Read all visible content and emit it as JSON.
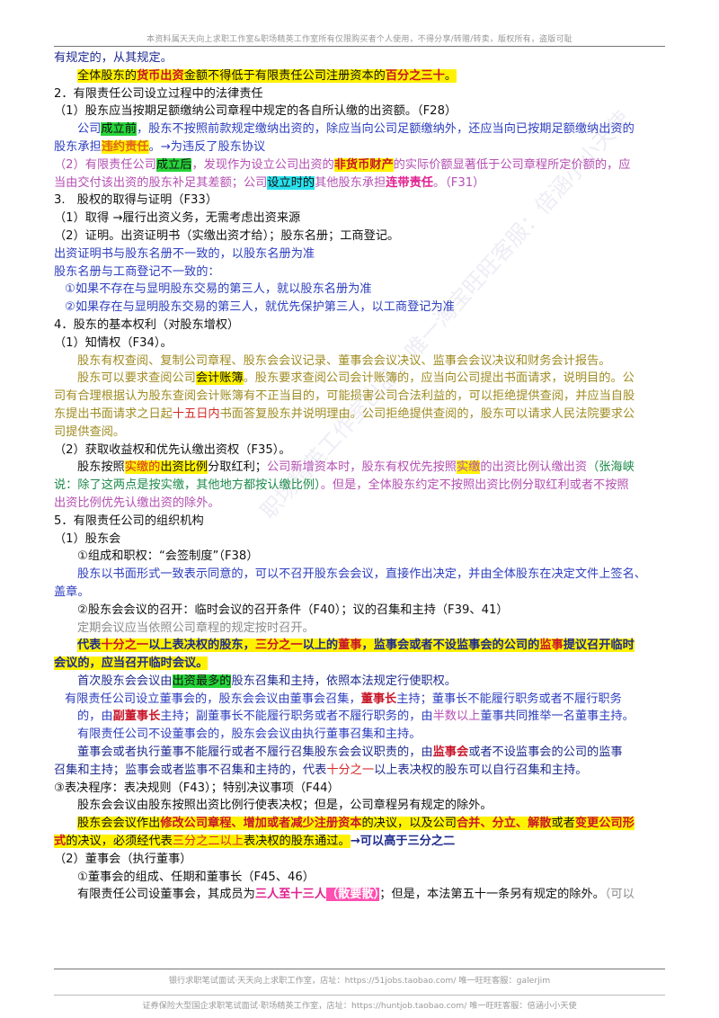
{
  "header": {
    "notice": "本资料属天天向上求职工作室&职场精英工作室所有仅限购买者个人使用，不得分享/转赠/转卖，版权所有，盗版可耻"
  },
  "watermark": {
    "text": "职场精英工作室出品，唯一淘宝旺旺客服：倍涵小小天使"
  },
  "lines": [
    {
      "cls": "line",
      "segs": [
        {
          "t": "有规定的，从其规定。",
          "c": "navy"
        }
      ]
    },
    {
      "cls": "line ind1",
      "segs": [
        {
          "t": "全体股东的",
          "c": "hl-y"
        },
        {
          "t": "货币出资",
          "c": "hl-y red-b"
        },
        {
          "t": "金额不得低于有限责任公司注册资本的",
          "c": "hl-y"
        },
        {
          "t": "百分之三十",
          "c": "hl-y red-b"
        },
        {
          "t": "。",
          "c": "hl-y"
        }
      ]
    },
    {
      "cls": "line",
      "segs": [
        {
          "t": "2．有限责任公司设立过程中的法律责任"
        }
      ]
    },
    {
      "cls": "line",
      "segs": [
        {
          "t": "（1）股东应当按期足额缴纳公司章程中规定的各自所认缴的出资额。（F28）"
        }
      ]
    },
    {
      "cls": "line ind1",
      "segs": [
        {
          "t": "公司",
          "c": "blue"
        },
        {
          "t": "成立前",
          "c": "hl-g"
        },
        {
          "t": "，股东不按照前款规定缴纳出资的，除应当向公司足额缴纳外，还应当向已按期足额缴纳出资的",
          "c": "blue"
        }
      ]
    },
    {
      "cls": "line",
      "segs": [
        {
          "t": "股东承担",
          "c": "blue"
        },
        {
          "t": "违约责任",
          "c": "hl-y orange-b"
        },
        {
          "t": "。→为违反了股东协议",
          "c": "blue"
        }
      ]
    },
    {
      "cls": "line",
      "segs": [
        {
          "t": "（2）有限责任公司",
          "c": "purple"
        },
        {
          "t": "成立后",
          "c": "hl-g"
        },
        {
          "t": "，发现作为设立公司出资的",
          "c": "purple"
        },
        {
          "t": "非货币财产",
          "c": "hl-y red-b"
        },
        {
          "t": "的实际价额显著低于公司章程所定价额的，应",
          "c": "purple"
        }
      ]
    },
    {
      "cls": "line",
      "segs": [
        {
          "t": "当由交付该出资的股东补足其差额；公司",
          "c": "purple"
        },
        {
          "t": "设立时的",
          "c": "hl-c"
        },
        {
          "t": "其他股东承担",
          "c": "purple"
        },
        {
          "t": "连带责任",
          "c": "pink-b"
        },
        {
          "t": "。（F31）",
          "c": "purple"
        }
      ]
    },
    {
      "cls": "line",
      "segs": [
        {
          "t": "3.　股权的取得与证明（F33）"
        }
      ]
    },
    {
      "cls": "line",
      "segs": [
        {
          "t": "（1）取得 →履行出资义务，无需考虑出资来源"
        }
      ]
    },
    {
      "cls": "line",
      "segs": [
        {
          "t": "（2）证明。出资证明书（实缴出资才给）；股东名册；工商登记。"
        }
      ]
    },
    {
      "cls": "line",
      "segs": [
        {
          "t": "出资证明书与股东名册不一致的，以股东名册为准",
          "c": "blue"
        }
      ]
    },
    {
      "cls": "line",
      "segs": [
        {
          "t": "股东名册与工商登记不一致的：",
          "c": "blue"
        }
      ]
    },
    {
      "cls": "line ind2",
      "segs": [
        {
          "t": "①如果不存在与显明股东交易的第三人，就以股东名册为准",
          "c": "blue"
        }
      ]
    },
    {
      "cls": "line ind2",
      "segs": [
        {
          "t": "②如果存在与显明股东交易的第三人，就优先保护第三人，以工商登记为准",
          "c": "blue"
        }
      ]
    },
    {
      "cls": "line",
      "segs": [
        {
          "t": "4．股东的基本权利（对股东增权）"
        }
      ]
    },
    {
      "cls": "line",
      "segs": [
        {
          "t": "（1）知情权（F34）。"
        }
      ]
    },
    {
      "cls": "line ind1",
      "segs": [
        {
          "t": "股东有权查阅、复制公司章程、股东会会议记录、董事会会议决议、监事会会议决议和财务会计报告。",
          "c": "olive"
        }
      ]
    },
    {
      "cls": "line ind1",
      "segs": [
        {
          "t": "股东可以要求查阅公司",
          "c": "olive"
        },
        {
          "t": "会计账簿",
          "c": "hl-y"
        },
        {
          "t": "。股东要求查阅公司会计账簿的，应当向公司提出书面请求，说明目的。公",
          "c": "olive"
        }
      ]
    },
    {
      "cls": "line",
      "segs": [
        {
          "t": "司有合理根据认为股东查阅会计账簿有不正当目的，可能损害公司合法利益的，可以拒绝提供查阅，并应当自股",
          "c": "olive"
        }
      ]
    },
    {
      "cls": "line",
      "segs": [
        {
          "t": "东提出书面请求之日起",
          "c": "olive"
        },
        {
          "t": "十五日内",
          "c": "red"
        },
        {
          "t": "书面答复股东并说明理由。公司拒绝提供查阅的，股东可以请求人民法院要求公",
          "c": "olive"
        }
      ]
    },
    {
      "cls": "line",
      "segs": [
        {
          "t": "司提供查阅。",
          "c": "olive"
        }
      ]
    },
    {
      "cls": "line",
      "segs": [
        {
          "t": "（2）获取收益权和优先认缴出资权（F35）。"
        }
      ]
    },
    {
      "cls": "line ind1",
      "segs": [
        {
          "t": "股东按照"
        },
        {
          "t": "实缴的",
          "c": "hl-y red"
        },
        {
          "t": "出资比例",
          "c": "hl-y"
        },
        {
          "t": "分取红利；"
        },
        {
          "t": "公司新增资本时，股东有权优先按照",
          "c": "purple"
        },
        {
          "t": "实缴",
          "c": "hl-y purple"
        },
        {
          "t": "的出资比例认缴出资",
          "c": "purple"
        },
        {
          "t": "（张海峡",
          "c": "green"
        }
      ]
    },
    {
      "cls": "line",
      "segs": [
        {
          "t": "说：除了这两点是按实缴，其他地方都按认缴比例）",
          "c": "green"
        },
        {
          "t": "。但是，全体股东约定不按照出资比例分取红利或者不按照",
          "c": "purple"
        }
      ]
    },
    {
      "cls": "line",
      "segs": [
        {
          "t": "出资比例优先认缴出资的除外。",
          "c": "purple"
        }
      ]
    },
    {
      "cls": "line",
      "segs": [
        {
          "t": "5．有限责任公司的组织机构"
        }
      ]
    },
    {
      "cls": "line",
      "segs": [
        {
          "t": "（1）股东会"
        }
      ]
    },
    {
      "cls": "line ind1",
      "segs": [
        {
          "t": "①组成和职权：“会签制度”（F38）"
        }
      ]
    },
    {
      "cls": "line ind1",
      "segs": [
        {
          "t": "股东以书面形式一致表示同意的，可以不召开股东会会议，直接作出决定，并由全体股东在决定文件上签名、",
          "c": "blue"
        }
      ]
    },
    {
      "cls": "line",
      "segs": [
        {
          "t": "盖章。",
          "c": "blue"
        }
      ]
    },
    {
      "cls": "line ind1",
      "segs": [
        {
          "t": "②股东会会议的召开：临时会议的召开条件（F40）；议的召集和主持（F39、41）"
        }
      ]
    },
    {
      "cls": "line ind1",
      "segs": [
        {
          "t": "定期会议应当依照公司章程的规定按时召开。",
          "c": "gray"
        }
      ]
    },
    {
      "cls": "line ind1",
      "segs": [
        {
          "t": "代表",
          "c": "hl-y navy b"
        },
        {
          "t": "十分之一",
          "c": "hl-y red-b"
        },
        {
          "t": "以上表决权的股东，",
          "c": "hl-y navy b"
        },
        {
          "t": "三分之一",
          "c": "hl-y red-b"
        },
        {
          "t": "以上的",
          "c": "hl-y navy b"
        },
        {
          "t": "董事",
          "c": "hl-y red-b"
        },
        {
          "t": "，",
          "c": "hl-y navy b"
        },
        {
          "t": "监事会或者不设监事会的公司的",
          "c": "hl-y navy b"
        },
        {
          "t": "监事",
          "c": "hl-y red-b"
        },
        {
          "t": "提议召开临时",
          "c": "hl-y navy b"
        }
      ]
    },
    {
      "cls": "line",
      "segs": [
        {
          "t": "会议的，应当召开临时会议。",
          "c": "hl-y navy b"
        }
      ]
    },
    {
      "cls": "line ind1",
      "segs": [
        {
          "t": "首次股东会会议由",
          "c": "navy"
        },
        {
          "t": "出资最多的",
          "c": "hl-g"
        },
        {
          "t": "股东召集和主持，依照本法规定行使职权。",
          "c": "navy"
        }
      ]
    },
    {
      "cls": "line ind2",
      "segs": [
        {
          "t": "有限责任公司设立董事会的，股东会会议由董事会召集，",
          "c": "blue"
        },
        {
          "t": "董事长",
          "c": "red-b"
        },
        {
          "t": "主持；董事长不能履行职务或者不履行职务",
          "c": "blue"
        }
      ]
    },
    {
      "cls": "line ind1",
      "segs": [
        {
          "t": "的，由",
          "c": "blue"
        },
        {
          "t": "副董事长",
          "c": "red-b"
        },
        {
          "t": "主持；副董事长不能履行职务或者不履行职务的，由",
          "c": "blue"
        },
        {
          "t": "半数以上",
          "c": "purple"
        },
        {
          "t": "董事共同推举一名董事主持。",
          "c": "blue"
        }
      ]
    },
    {
      "cls": "line ind1",
      "segs": [
        {
          "t": "有限责任公司不设董事会的，股东会会议由执行董事召集和主持。",
          "c": "blue"
        }
      ]
    },
    {
      "cls": "line ind1",
      "segs": [
        {
          "t": "董事会或者执行董事不能履行或者不履行召集股东会会议职责的，由",
          "c": "navy"
        },
        {
          "t": "监事会",
          "c": "red-b"
        },
        {
          "t": "或者不设监事会的公司的监事",
          "c": "navy"
        }
      ]
    },
    {
      "cls": "line",
      "segs": [
        {
          "t": "召集和主持；监事会或者监事不召集和主持的，代表",
          "c": "navy"
        },
        {
          "t": "十分之一",
          "c": "red"
        },
        {
          "t": "以上表决权的股东可以自行召集和主持。",
          "c": "navy"
        }
      ]
    },
    {
      "cls": "line",
      "segs": [
        {
          "t": "③表决程序：表决规则（F43）；特别决议事项（F44）"
        }
      ]
    },
    {
      "cls": "line ind1",
      "segs": [
        {
          "t": "股东会会议由股东按照出资比例行使表决权；但是，公司章程另有规定的除外。"
        }
      ]
    },
    {
      "cls": "line ind1",
      "segs": [
        {
          "t": "股东会会议作出",
          "c": "hl-y"
        },
        {
          "t": "修改公司章程、增加或者减少注册资本",
          "c": "hl-y red-b"
        },
        {
          "t": "的决议，以及公司",
          "c": "hl-y"
        },
        {
          "t": "合并、分立、解散",
          "c": "hl-y red-b"
        },
        {
          "t": "或者",
          "c": "hl-y"
        },
        {
          "t": "变更公司形",
          "c": "hl-y red-b"
        }
      ]
    },
    {
      "cls": "line",
      "segs": [
        {
          "t": "式",
          "c": "hl-y red-b"
        },
        {
          "t": "的决议，必须经代表",
          "c": "hl-y"
        },
        {
          "t": "三分之二以上",
          "c": "hl-y red"
        },
        {
          "t": "表决权的股东通过。",
          "c": "hl-y"
        },
        {
          "t": "→可以高于三分之二",
          "c": "navy b"
        }
      ]
    },
    {
      "cls": "line",
      "segs": [
        {
          "t": "（2）董事会（执行董事）"
        }
      ]
    },
    {
      "cls": "line ind1",
      "segs": [
        {
          "t": "①董事会的组成、任期和董事长（F45、46）"
        }
      ]
    },
    {
      "cls": "line ind1",
      "segs": [
        {
          "t": "有限责任公司设董事会，其成员为"
        },
        {
          "t": "三人至十三人",
          "c": "pink-b"
        },
        {
          "t": "（散要散）",
          "c": "hl-pk b"
        },
        {
          "t": "；但是，本法第五十一条另有规定的除外。"
        },
        {
          "t": "（可以",
          "c": "gray"
        }
      ]
    }
  ],
  "footer": {
    "line1": "银行求职笔试面试·天天向上求职工作室，店址：https://51jobs.taobao.com/ 唯一旺旺客服：galerjim",
    "line2": "证券保险大型国企求职笔试面试·职场精英工作室，店址：https://huntjob.taobao.com/ 唯一旺旺客服：倍涵小小天使"
  }
}
